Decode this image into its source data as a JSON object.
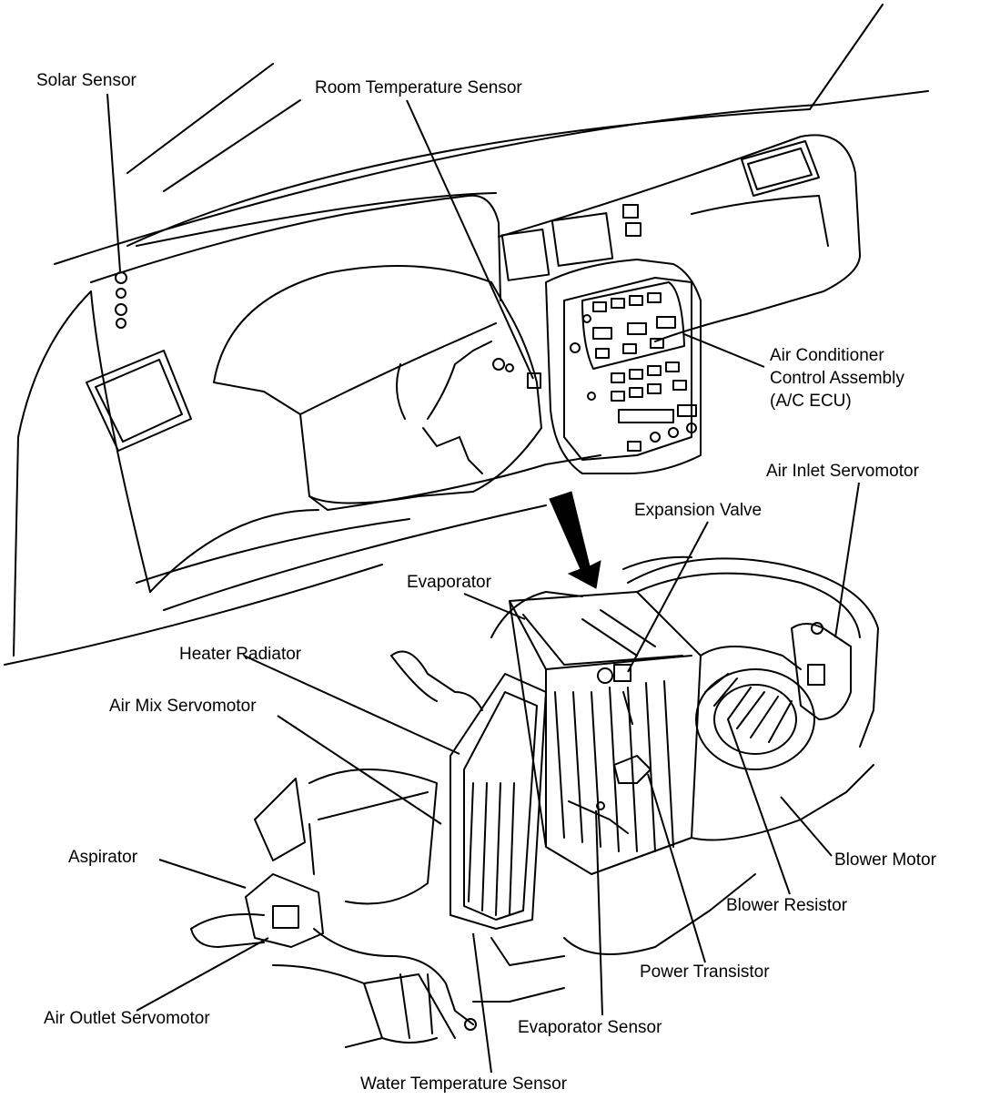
{
  "labels": {
    "solar_sensor": "Solar Sensor",
    "room_temperature_sensor": "Room Temperature Sensor",
    "ac_control_line1": "Air Conditioner",
    "ac_control_line2": "Control Assembly",
    "ac_control_line3": "(A/C ECU)",
    "air_inlet_servomotor": "Air Inlet Servomotor",
    "expansion_valve": "Expansion Valve",
    "evaporator": "Evaporator",
    "heater_radiator": "Heater Radiator",
    "air_mix_servomotor": "Air Mix Servomotor",
    "aspirator": "Aspirator",
    "air_outlet_servomotor": "Air Outlet Servomotor",
    "water_temperature_sensor": "Water Temperature Sensor",
    "evaporator_sensor": "Evaporator Sensor",
    "power_transistor": "Power Transistor",
    "blower_resistor": "Blower Resistor",
    "blower_motor": "Blower Motor"
  }
}
